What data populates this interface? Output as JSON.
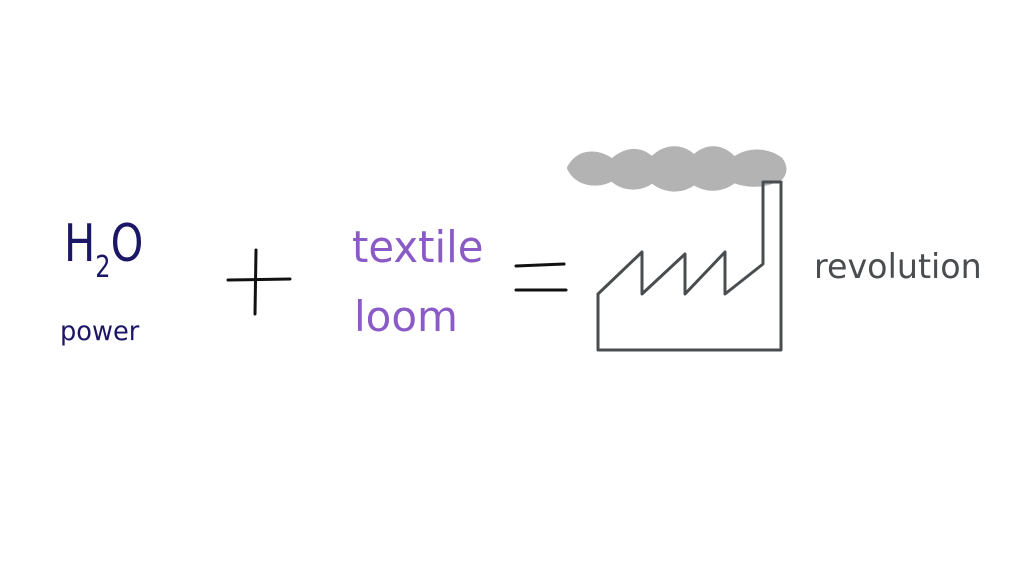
{
  "equation": {
    "term1": {
      "formula_main": "H",
      "formula_sub": "2",
      "formula_end": "O",
      "caption": "power",
      "color": "#1b1766"
    },
    "operator_plus": "+",
    "term2": {
      "line1": "textile",
      "line2": "loom",
      "color": "#8a5bc6"
    },
    "operator_equals": "=",
    "result": {
      "icon": "factory-icon",
      "caption": "revolution",
      "icon_color": "#4a4d50",
      "smoke_color": "#b3b3b3",
      "caption_color": "#4a4d50"
    }
  }
}
